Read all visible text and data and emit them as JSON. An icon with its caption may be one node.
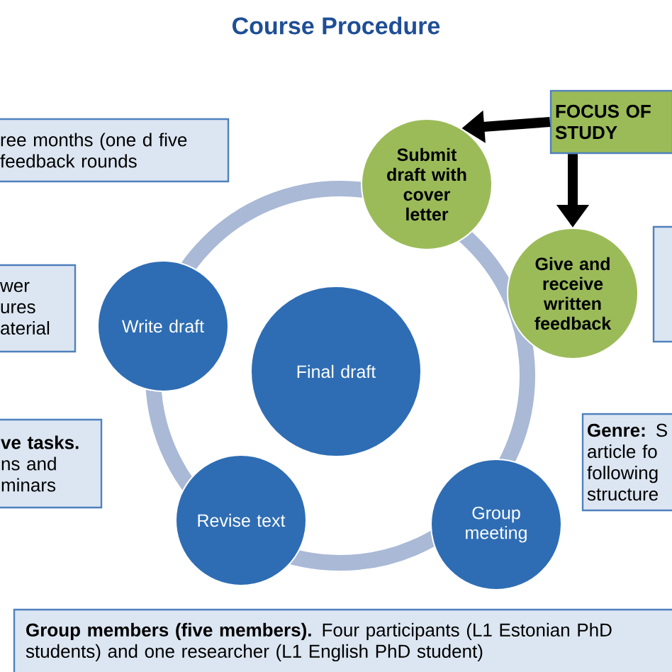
{
  "diagram": {
    "title": "Course Procedure",
    "nodes": [
      {
        "text": [
          "Final draft"
        ]
      },
      {
        "text": [
          "Submit draft with cover letter"
        ]
      },
      {
        "text": [
          "Give and receive written feedback"
        ]
      },
      {
        "text": [
          "Group meeting"
        ]
      },
      {
        "text": [
          "Revise text"
        ]
      },
      {
        "text": [
          "Write draft"
        ]
      },
      {
        "text": [
          "FOCUS OF STUDY"
        ]
      },
      {
        "text": [
          "ree months (one d five feedback rounds"
        ]
      },
      {
        "text": [
          "wer ures aterial"
        ]
      },
      {
        "text": [
          "**ve tasks.** ns and minars"
        ]
      },
      {
        "text": [],
        "shape": "box"
      },
      {
        "text": [
          "**Genre:** S article fo following structure"
        ]
      },
      {
        "text": [
          "**Group members (five members).** Four participants (L1 Estonian PhD students) and  one researcher  (L1 English PhD student)"
        ]
      }
    ],
    "edges": [
      {
        "from": 6,
        "to": 1,
        "arrow": "to"
      },
      {
        "from": 6,
        "to": 2,
        "arrow": "to"
      }
    ]
  }
}
